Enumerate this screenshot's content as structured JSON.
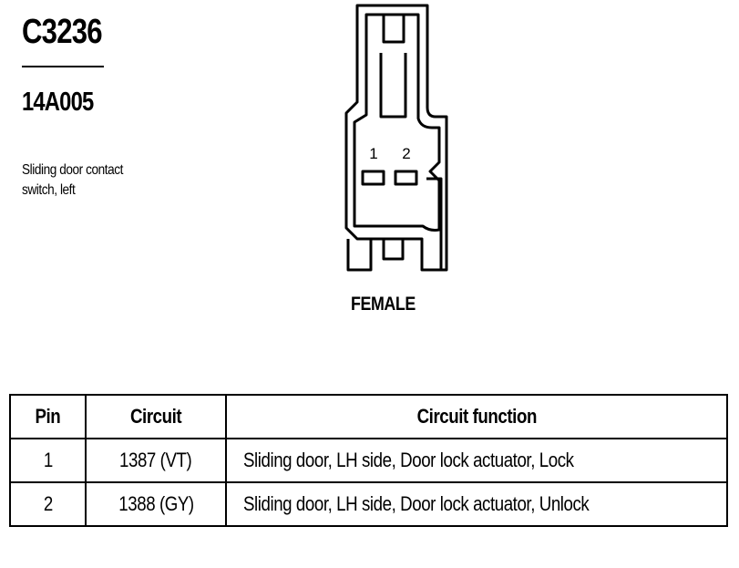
{
  "connector": {
    "id": "C3236",
    "part_number": "14A005",
    "description_line1": "Sliding door contact",
    "description_line2": "switch, left",
    "gender": "FEMALE",
    "pin_label_1": "1",
    "pin_label_2": "2"
  },
  "table": {
    "headers": {
      "pin": "Pin",
      "circuit": "Circuit",
      "function": "Circuit function"
    },
    "rows": [
      {
        "pin": "1",
        "circuit": "1387 (VT)",
        "function": "Sliding door, LH side, Door lock actuator, Lock"
      },
      {
        "pin": "2",
        "circuit": "1388 (GY)",
        "function": "Sliding door, LH side, Door lock actuator, Unlock"
      }
    ]
  }
}
